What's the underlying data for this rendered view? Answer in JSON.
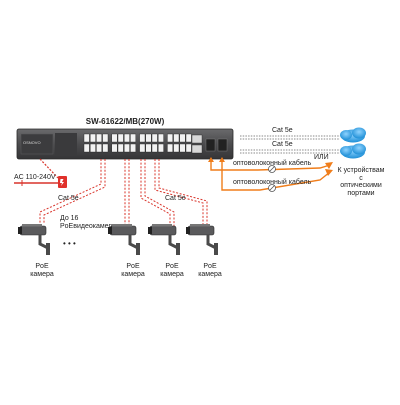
{
  "switch": {
    "model": "SW-61622/MB(270W)",
    "brand": "OSNOVO"
  },
  "power": {
    "label": "AC 110-240V"
  },
  "cables": {
    "cat5e_top": "Cat 5e",
    "cat5e_mid": "Cat 5e",
    "cat5e_left": "Cat 5e",
    "cat5e_right": "Cat 5e",
    "fiber_1": "оптоволоконный кабель",
    "fiber_2": "оптоволоконный кабель"
  },
  "labels": {
    "or": "ИЛИ",
    "up_to_16_line1": "До 16",
    "up_to_16_line2": "PoEвидеокамер",
    "dots": "• • •",
    "devices_line1": "К устройствам",
    "devices_line2": "с",
    "devices_line3": "оптическими",
    "devices_line4": "портами"
  },
  "cameras": [
    {
      "line1": "PoE",
      "line2": "камера"
    },
    {
      "line1": "PoE",
      "line2": "камера"
    },
    {
      "line1": "PoE",
      "line2": "камера"
    },
    {
      "line1": "PoE",
      "line2": "камера"
    }
  ],
  "colors": {
    "cable_red": "#d9342b",
    "fiber_orange": "#f07d1a",
    "switch_body": "#4b4b4d",
    "cloud_blue": "#2a9fe0",
    "power_red": "#e0312b"
  }
}
